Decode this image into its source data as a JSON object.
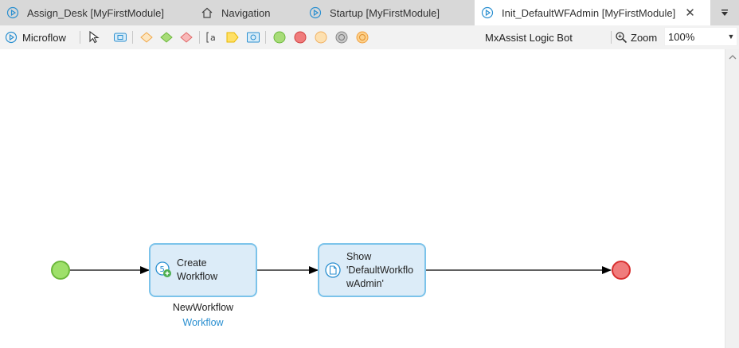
{
  "tabs": [
    {
      "label": "Assign_Desk [MyFirstModule]",
      "icon": "microflow-icon",
      "active": false
    },
    {
      "label": "Navigation",
      "icon": "home-icon",
      "active": false
    },
    {
      "label": "Startup [MyFirstModule]",
      "icon": "microflow-icon",
      "active": false
    },
    {
      "label": "Init_DefaultWFAdmin [MyFirstModule]",
      "icon": "microflow-icon",
      "active": true,
      "close": "✕"
    }
  ],
  "toolbar": {
    "title": "Microflow",
    "mxassist_label": "MxAssist Logic Bot",
    "toggle_state": "ON",
    "zoom_label": "Zoom",
    "zoom_value": "100%"
  },
  "diagram": {
    "activities": [
      {
        "line1": "Create",
        "line2": "Workflow",
        "line3": "",
        "output_name": "NewWorkflow",
        "output_type": "Workflow"
      },
      {
        "line1": "Show",
        "line2": "'DefaultWorkflo",
        "line3": "wAdmin'"
      }
    ]
  },
  "colors": {
    "tab_bar": "#d8d8d8",
    "activity_fill": "#dcecf8",
    "activity_border": "#7cc3ea",
    "start_event": "#9ee06a",
    "end_event": "#f07c7c",
    "accent_blue": "#1e88c8",
    "output_type": "#2a8fd0"
  }
}
